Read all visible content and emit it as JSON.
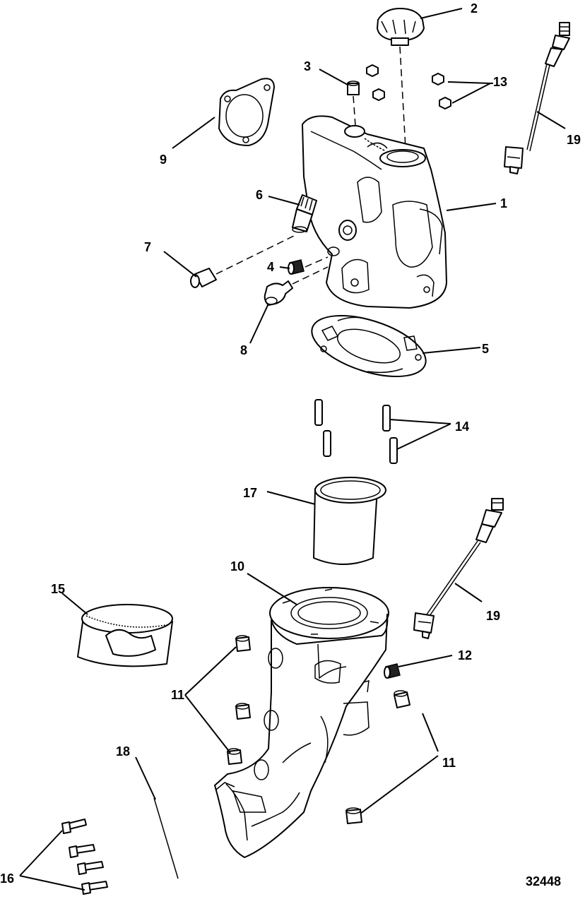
{
  "callouts": {
    "c1": "1",
    "c2": "2",
    "c3": "3",
    "c4": "4",
    "c5": "5",
    "c6": "6",
    "c7": "7",
    "c8": "8",
    "c9": "9",
    "c10": "10",
    "c11a": "11",
    "c11b": "11",
    "c12": "12",
    "c13": "13",
    "c14": "14",
    "c15": "15",
    "c16": "16",
    "c17": "17",
    "c18": "18",
    "c19a": "19",
    "c19b": "19"
  },
  "figure_number": "32448"
}
